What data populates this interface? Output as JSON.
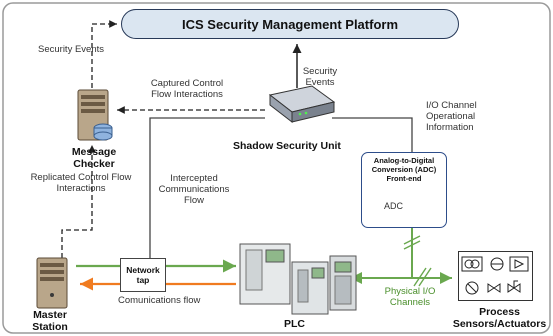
{
  "platform": {
    "title": "ICS Security Management Platform"
  },
  "components": {
    "message_checker": "Message Checker",
    "shadow_unit": "Shadow Security Unit",
    "master_station": "Master Station",
    "plc": "PLC",
    "process": "Process Sensors/Actuators",
    "network_tap": "Network tap",
    "adc_title": "Analog-to-Digital Conversion (ADC) Front-end",
    "adc_label": "ADC"
  },
  "labels": {
    "security_events_left": "Security Events",
    "captured_flow": "Captured Control Flow Interactions",
    "security_events_right": "Security Events",
    "io_info": "I/O Channel Operational Information",
    "replicated_flow": "Replicated Control Flow Interactions",
    "intercepted_flow": "Intercepted Communications Flow",
    "comms_flow": "Comunications flow",
    "physical_io": "Physical I/O Channels"
  },
  "colors": {
    "green_flow": "#6aa84f",
    "orange_flow": "#f07b20",
    "platform_fill": "#dbe6f1",
    "platform_border": "#283a59",
    "adc_border": "#2d4d8a",
    "frame": "#9a9a9a"
  },
  "icons": [
    "server-icon",
    "security-appliance-icon",
    "plc-icon",
    "sensor-symbols-icon"
  ]
}
